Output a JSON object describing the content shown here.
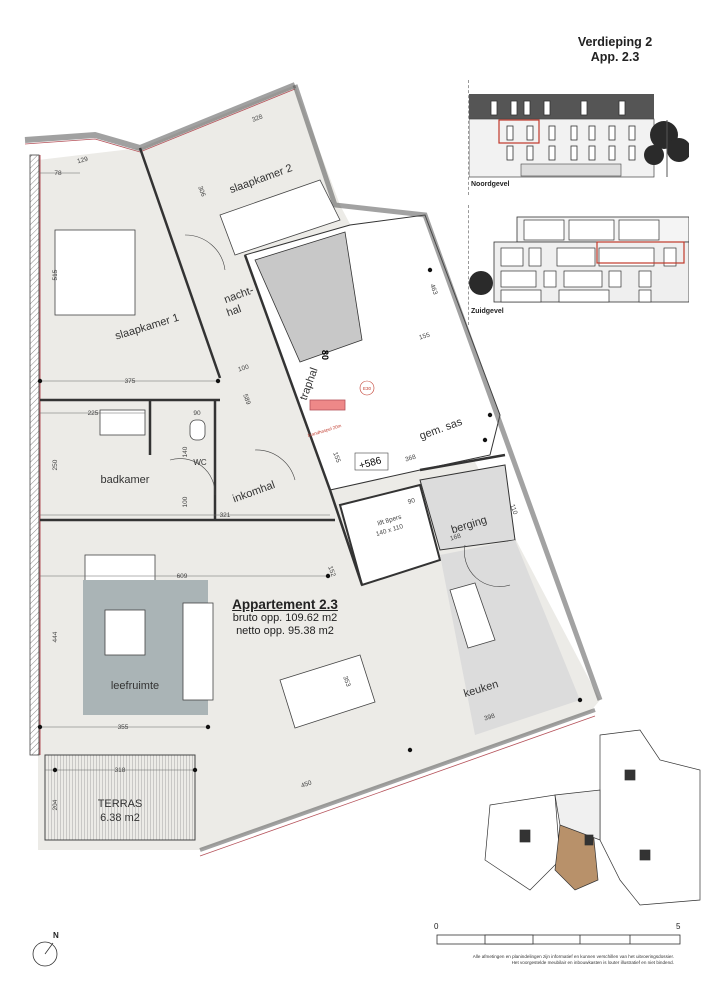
{
  "header": {
    "floor": "Verdieping 2",
    "unit": "App. 2.3"
  },
  "elevations": [
    {
      "label": "Noordgevel",
      "highlight_color": "#c0392b"
    },
    {
      "label": "Zuidgevel",
      "highlight_color": "#c0392b"
    }
  ],
  "apartment": {
    "name": "Appartement 2.3",
    "bruto": "bruto opp. 109.62 m2",
    "netto": "netto opp. 95.38 m2"
  },
  "rooms": {
    "slaapkamer1": "slaapkamer 1",
    "slaapkamer2": "slaapkamer 2",
    "nachthal_1": "nacht-",
    "nachthal_2": "hal",
    "traphal": "traphal",
    "gem_sas": "gem. sas",
    "badkamer": "badkamer",
    "wc": "WC",
    "inkomhal": "inkomhal",
    "lift_1": "lift 8pers",
    "lift_2": "140 x 110",
    "berging": "berging",
    "keuken": "keuken",
    "leefruimte": "leefruimte",
    "terras": "TERRAS",
    "terras_area": "6.38 m2"
  },
  "annotations": {
    "level": "+586",
    "brandhaspel": "brandhaspel 20m",
    "e30": "E30",
    "stair": "80"
  },
  "dimensions": [
    "328",
    "129",
    "78",
    "306",
    "515",
    "100",
    "375",
    "225",
    "90",
    "250",
    "140",
    "100",
    "321",
    "609",
    "444",
    "355",
    "318",
    "204",
    "450",
    "398",
    "353",
    "152",
    "155",
    "368",
    "90",
    "168",
    "110",
    "155",
    "463",
    "589"
  ],
  "scale": {
    "start": "0",
    "end": "5"
  },
  "compass": "N",
  "disclaimer": [
    "Alle afmetingen en planindelingen zijn informatief en kunnen verschillen van het uitvoeringsdossier.",
    "Het voorgestelde meubilair en inbouwkasten is louter illustratief en niet bindend."
  ],
  "colors": {
    "wall_accent": "#b5525a",
    "floor": "#ecebe7",
    "rug": "#aab4b6",
    "highlight_unit": "#b8916a",
    "stair": "#c8c8c8"
  }
}
